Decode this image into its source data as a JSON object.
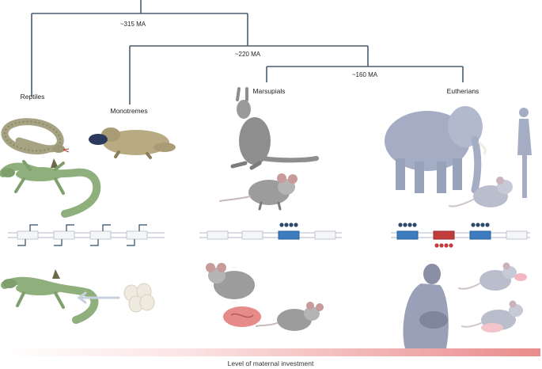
{
  "tree": {
    "divergences": [
      {
        "label": "~315 MA"
      },
      {
        "label": "~220 MA"
      },
      {
        "label": "~160 MA"
      }
    ],
    "clades": [
      {
        "label": "Reptiles"
      },
      {
        "label": "Monotremes"
      },
      {
        "label": "Marsupials"
      },
      {
        "label": "Eutherians"
      }
    ]
  },
  "gene_tracks": [
    {
      "clade": "Reptiles",
      "genes": [
        "inactive",
        "inactive",
        "inactive",
        "inactive"
      ]
    },
    {
      "clade": "Marsupials",
      "genes": [
        "inactive",
        "inactive",
        "imprinted",
        "inactive"
      ]
    },
    {
      "clade": "Eutherians",
      "genes": [
        "imprinted",
        "maternal-methylated",
        "imprinted",
        "inactive"
      ]
    }
  ],
  "colors": {
    "branch": "#4a5c6e",
    "gene_inactive": "#f4f5f7",
    "gene_imprinted": "#3d7cc0",
    "gene_methylated_red": "#c33c3c",
    "gradient_start": "#ffffff",
    "gradient_end": "#e88a8a"
  },
  "icons": [
    "snake-icon",
    "lizard-icon",
    "platypus-icon",
    "kangaroo-icon",
    "opossum-icon",
    "elephant-icon",
    "human-icon",
    "mouse-icon",
    "egg-icon",
    "placenta-icon",
    "nursing-mother-icon"
  ],
  "footer": {
    "axis_label": "Level of maternal investment"
  }
}
